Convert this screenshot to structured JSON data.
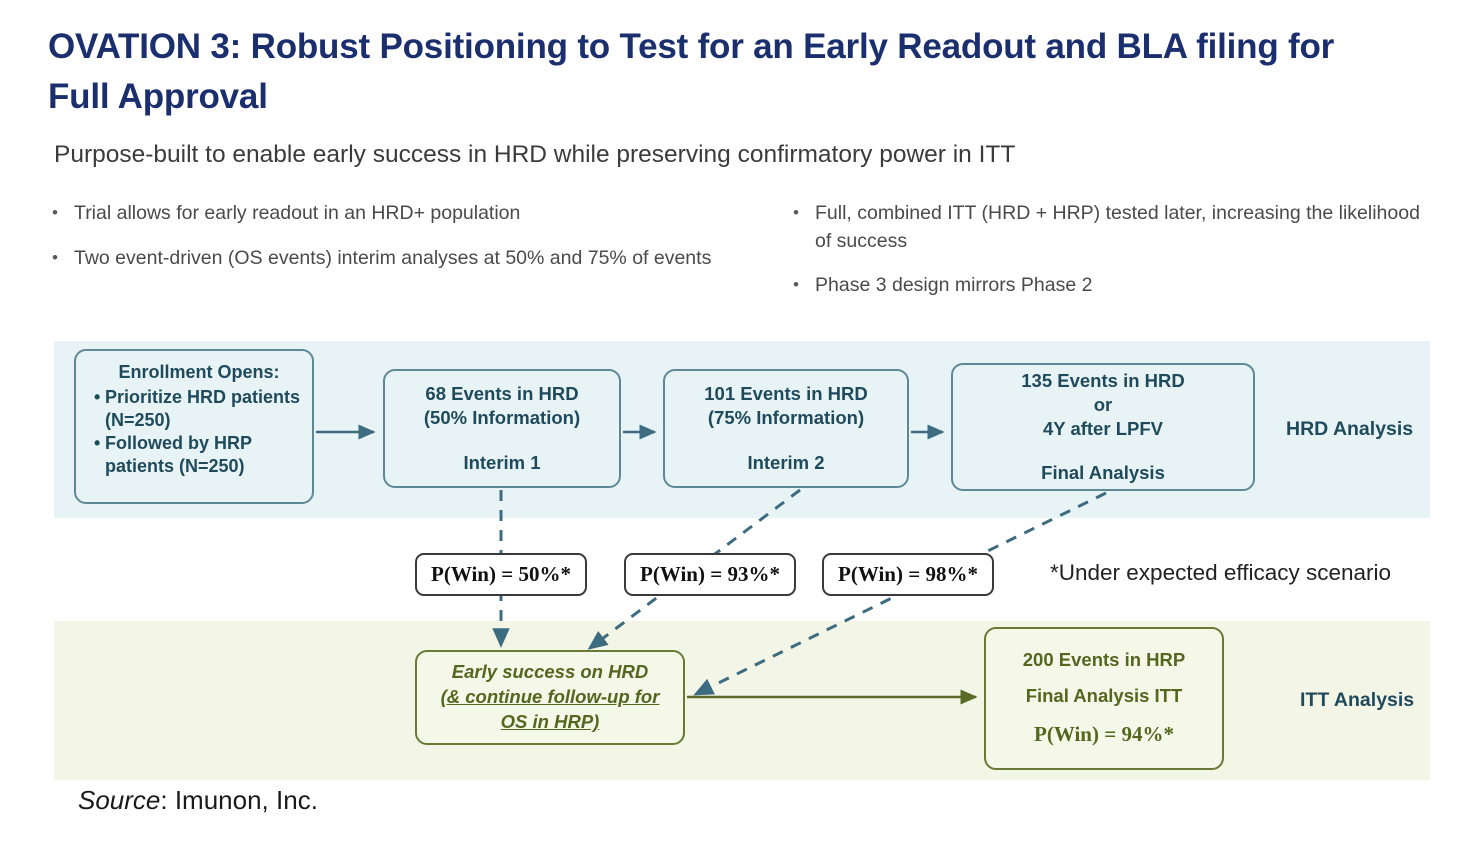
{
  "slide": {
    "title": "OVATION 3: Robust Positioning to Test for an Early Readout and BLA filing  for Full Approval",
    "subtitle": "Purpose-built to enable early success in HRD while preserving confirmatory power in ITT",
    "source_label": "Source",
    "source_value": ": Imunon, Inc.",
    "footnote": "*Under expected efficacy scenario"
  },
  "bullets": {
    "left": [
      "Trial allows for early readout in an HRD+ population",
      "Two event-driven (OS events) interim analyses at 50% and 75% of events"
    ],
    "right": [
      "Full, combined ITT (HRD + HRP) tested later, increasing the likelihood of success",
      "Phase 3 design mirrors Phase 2"
    ],
    "marker": "•"
  },
  "diagram": {
    "hrd_band_label": "HRD Analysis",
    "itt_band_label": "ITT Analysis",
    "enrollment": {
      "title": "Enrollment Opens:",
      "items": [
        "Prioritize HRD patients (N=250)",
        "Followed by HRP patients (N=250)"
      ],
      "marker": "•"
    },
    "interim1": {
      "line1": "68 Events in HRD",
      "line2": "(50% Information)",
      "line3": "Interim 1"
    },
    "interim2": {
      "line1": "101 Events in HRD",
      "line2": "(75% Information)",
      "line3": "Interim 2"
    },
    "final_hrd": {
      "line1": "135 Events in HRD",
      "line2": "or",
      "line3": "4Y after LPFV",
      "line4": "Final Analysis"
    },
    "pwin": [
      {
        "label": "P(Win) = 50%*",
        "value": 50
      },
      {
        "label": "P(Win) = 93%*",
        "value": 93
      },
      {
        "label": "P(Win) = 98%*",
        "value": 98
      }
    ],
    "early_success": {
      "line1": "Early success on HRD",
      "line2": "(& continue follow-up for",
      "line3": "OS in HRP)"
    },
    "final_itt": {
      "line1": "200 Events in HRP",
      "line2": "Final Analysis ITT",
      "line3": "P(Win) = 94%*"
    }
  },
  "colors": {
    "title_navy": "#1b2f6e",
    "hrd_band": "#e8f3f5",
    "itt_band": "#f3f5e6",
    "teal_border": "#5f8896",
    "teal_text": "#1f4a5c",
    "olive": "#55661f",
    "olive_border": "#6a7a35",
    "dashed_arrow": "#3d6c80"
  }
}
